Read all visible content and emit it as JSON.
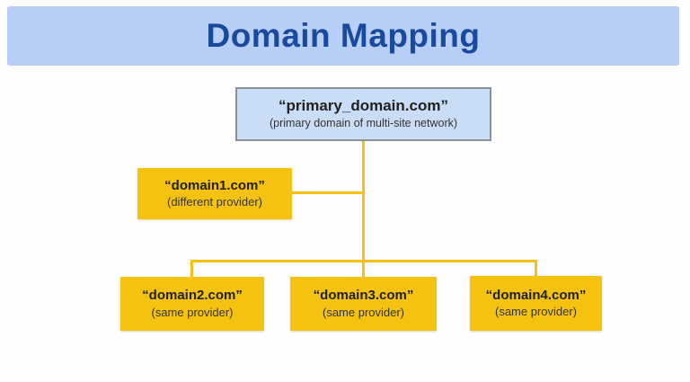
{
  "header": {
    "title": "Domain Mapping"
  },
  "nodes": {
    "primary": {
      "title": "“primary_domain.com”",
      "subtitle": "(primary domain of multi-site network)"
    },
    "domain1": {
      "title": "“domain1.com”",
      "subtitle": "(different provider)"
    },
    "domain2": {
      "title": "“domain2.com”",
      "subtitle": "(same provider)"
    },
    "domain3": {
      "title": "“domain3.com”",
      "subtitle": "(same provider)"
    },
    "domain4": {
      "title": "“domain4.com”",
      "subtitle": "(same provider)"
    }
  },
  "colors": {
    "header_bg": "#B7CFF7",
    "title_text": "#1A4A9E",
    "primary_box_bg": "#C9DEF6",
    "primary_box_border": "#8C9097",
    "gold_box_bg": "#F5C30F",
    "connector": "#FDBF12",
    "box_text": "#212121",
    "box_subtext": "#333333"
  }
}
